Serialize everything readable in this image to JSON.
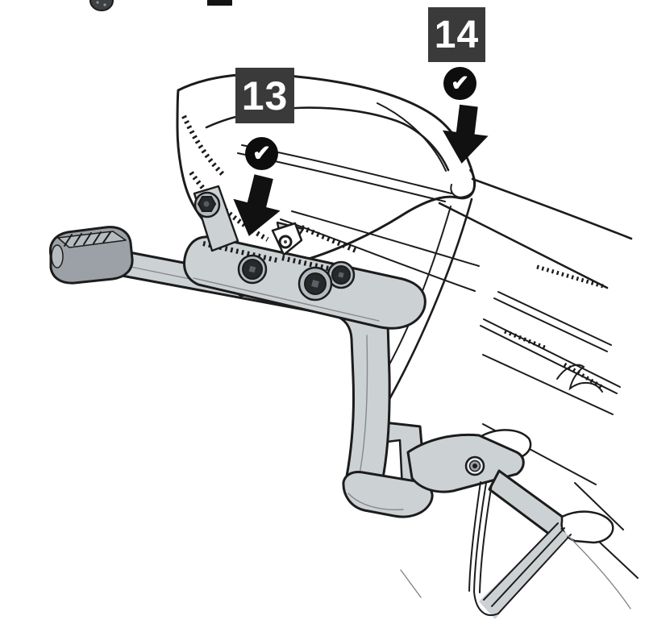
{
  "steps": [
    {
      "number": "13",
      "status_icon": "check",
      "action_icon": "arrow-down"
    },
    {
      "number": "14",
      "status_icon": "check",
      "action_icon": "arrow-down"
    }
  ],
  "icons": {
    "check": "✔"
  },
  "colors": {
    "badge_bg": "#3a3a3a",
    "badge_text": "#ffffff",
    "ink": "#1c1c1c",
    "arrow": "#111111",
    "metal": "#ccd1d4",
    "metal_mid": "#b7bcc0",
    "metal_dark": "#9ba1a6",
    "washer": "#b4bac0",
    "bolt": "#26292b",
    "paper": "#ffffff"
  }
}
